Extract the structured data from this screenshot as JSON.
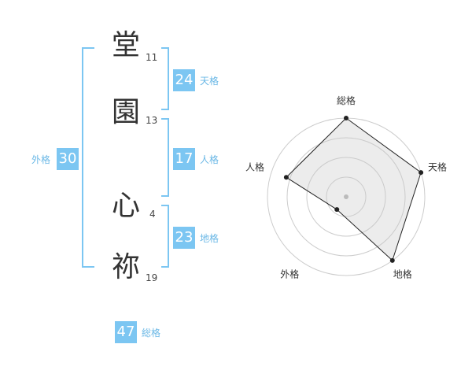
{
  "name_chars": [
    {
      "char": "堂",
      "strokes": "11"
    },
    {
      "char": "園",
      "strokes": "13"
    },
    {
      "char": "心",
      "strokes": "4"
    },
    {
      "char": "祢",
      "strokes": "19"
    }
  ],
  "fortunes": {
    "tenkaku": {
      "value": "24",
      "label": "天格"
    },
    "jinkaku": {
      "value": "17",
      "label": "人格"
    },
    "chikaku": {
      "value": "23",
      "label": "地格"
    },
    "gaikaku": {
      "value": "30",
      "label": "外格"
    },
    "soukaku": {
      "value": "47",
      "label": "総格"
    }
  },
  "chart_data": {
    "type": "radar",
    "axes": [
      "総格",
      "天格",
      "地格",
      "外格",
      "人格"
    ],
    "values": [
      1.0,
      1.0,
      1.0,
      0.2,
      0.8
    ],
    "max": 1.0,
    "rings": 4
  }
}
